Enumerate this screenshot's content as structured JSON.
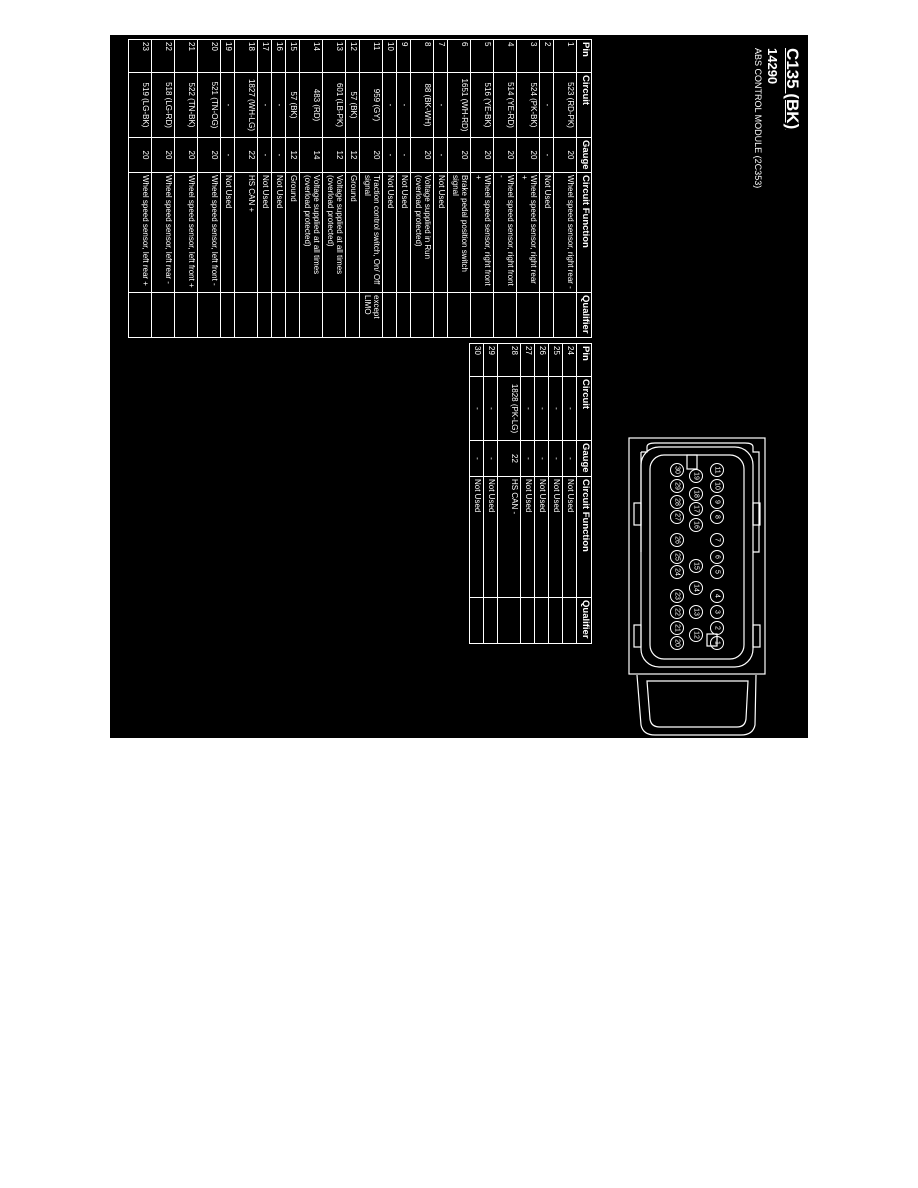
{
  "header": {
    "connector": "C135 (BK)",
    "part_number": "14290",
    "description": "ABS CONTROL MODULE (2C353)"
  },
  "columns": {
    "pin": "Pin",
    "circuit": "Circuit",
    "gauge": "Gauge",
    "function": "Circuit Function",
    "qualifier": "Qualifier"
  },
  "table1": [
    {
      "pin": "1",
      "circuit": "523 (RD-PK)",
      "gauge": "20",
      "function": "Wheel speed sensor, right rear -",
      "qualifier": ""
    },
    {
      "pin": "2",
      "circuit": "-",
      "gauge": "-",
      "function": "Not Used",
      "qualifier": ""
    },
    {
      "pin": "3",
      "circuit": "524 (PK-BK)",
      "gauge": "20",
      "function": "Wheel speed sensor, right rear +",
      "qualifier": ""
    },
    {
      "pin": "4",
      "circuit": "514 (YE-RD)",
      "gauge": "20",
      "function": "Wheel speed sensor, right front -",
      "qualifier": ""
    },
    {
      "pin": "5",
      "circuit": "516 (YE-BK)",
      "gauge": "20",
      "function": "Wheel speed sensor, right front +",
      "qualifier": ""
    },
    {
      "pin": "6",
      "circuit": "1651 (WH-RD)",
      "gauge": "20",
      "function": "Brake pedal position switch signal",
      "qualifier": ""
    },
    {
      "pin": "7",
      "circuit": "-",
      "gauge": "-",
      "function": "Not Used",
      "qualifier": ""
    },
    {
      "pin": "8",
      "circuit": "88 (BK-WH)",
      "gauge": "20",
      "function": "Voltage supplied in Run (overload protected)",
      "qualifier": ""
    },
    {
      "pin": "9",
      "circuit": "-",
      "gauge": "-",
      "function": "Not Used",
      "qualifier": ""
    },
    {
      "pin": "10",
      "circuit": "-",
      "gauge": "-",
      "function": "Not Used",
      "qualifier": ""
    },
    {
      "pin": "11",
      "circuit": "959 (GY)",
      "gauge": "20",
      "function": "Traction control switch, On/ Off signal",
      "qualifier": "except LIMO"
    },
    {
      "pin": "12",
      "circuit": "57 (BK)",
      "gauge": "12",
      "function": "Ground",
      "qualifier": ""
    },
    {
      "pin": "13",
      "circuit": "601 (LB-PK)",
      "gauge": "12",
      "function": "Voltage supplied at all times (overload protected)",
      "qualifier": ""
    },
    {
      "pin": "14",
      "circuit": "483 (RD)",
      "gauge": "14",
      "function": "Voltage supplied at all times (overload protected)",
      "qualifier": ""
    },
    {
      "pin": "15",
      "circuit": "57 (BK)",
      "gauge": "12",
      "function": "Ground",
      "qualifier": ""
    },
    {
      "pin": "16",
      "circuit": "-",
      "gauge": "-",
      "function": "Not Used",
      "qualifier": ""
    },
    {
      "pin": "17",
      "circuit": "-",
      "gauge": "-",
      "function": "Not Used",
      "qualifier": ""
    },
    {
      "pin": "18",
      "circuit": "1827 (WH-LG)",
      "gauge": "22",
      "function": "HS CAN +",
      "qualifier": ""
    },
    {
      "pin": "19",
      "circuit": "-",
      "gauge": "-",
      "function": "Not Used",
      "qualifier": ""
    },
    {
      "pin": "20",
      "circuit": "521 (TN-OG)",
      "gauge": "20",
      "function": "Wheel speed sensor, left front -",
      "qualifier": ""
    },
    {
      "pin": "21",
      "circuit": "522 (TN-BK)",
      "gauge": "20",
      "function": "Wheel speed sensor, left front +",
      "qualifier": ""
    },
    {
      "pin": "22",
      "circuit": "518 (LG-RD)",
      "gauge": "20",
      "function": "Wheel speed sensor, left rear -",
      "qualifier": ""
    },
    {
      "pin": "23",
      "circuit": "519 (LG-BK)",
      "gauge": "20",
      "function": "Wheel speed sensor, left rear +",
      "qualifier": ""
    }
  ],
  "table2": [
    {
      "pin": "24",
      "circuit": "-",
      "gauge": "-",
      "function": "Not Used",
      "qualifier": ""
    },
    {
      "pin": "25",
      "circuit": "-",
      "gauge": "-",
      "function": "Not Used",
      "qualifier": ""
    },
    {
      "pin": "26",
      "circuit": "-",
      "gauge": "-",
      "function": "Not Used",
      "qualifier": ""
    },
    {
      "pin": "27",
      "circuit": "-",
      "gauge": "-",
      "function": "Not Used",
      "qualifier": ""
    },
    {
      "pin": "28",
      "circuit": "1828 (PK-LG)",
      "gauge": "22",
      "function": "HS CAN -",
      "qualifier": ""
    },
    {
      "pin": "29",
      "circuit": "-",
      "gauge": "-",
      "function": "Not Used",
      "qualifier": ""
    },
    {
      "pin": "30",
      "circuit": "-",
      "gauge": "-",
      "function": "Not Used",
      "qualifier": ""
    }
  ],
  "connector_pins": {
    "row_a": [
      "11",
      "10",
      "9",
      "8",
      "7",
      "6",
      "5",
      "4",
      "3",
      "2",
      "1"
    ],
    "row_b": [
      "19",
      "18",
      "17",
      "16",
      "15",
      "14",
      "13",
      "12"
    ],
    "row_c": [
      "30",
      "29",
      "28",
      "27",
      "26",
      "25",
      "24",
      "23",
      "22",
      "21",
      "20"
    ]
  },
  "colors": {
    "background": "#000000",
    "foreground": "#ffffff",
    "page": "#ffffff"
  }
}
